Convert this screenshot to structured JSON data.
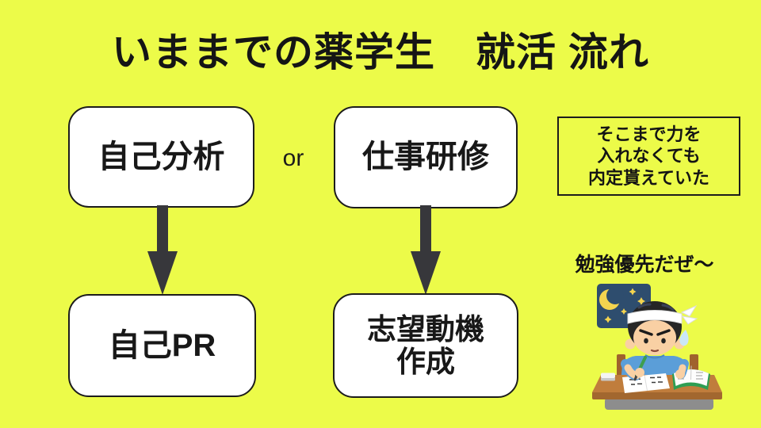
{
  "slide": {
    "title": "いままでの薬学生　就活 流れ",
    "background_color": "#ECFB49"
  },
  "flow": {
    "or_label": "or",
    "nodes": [
      {
        "id": "self-analysis",
        "label": "自己分析"
      },
      {
        "id": "job-training",
        "label": "仕事研修"
      },
      {
        "id": "self-pr",
        "label": "自己PR"
      },
      {
        "id": "motivation-writing",
        "line1": "志望動機",
        "line2": "作成"
      }
    ],
    "edges": [
      {
        "from": "self-analysis",
        "to": "self-pr"
      },
      {
        "from": "job-training",
        "to": "motivation-writing"
      }
    ]
  },
  "note_box": {
    "line1": "そこまで力を",
    "line2": "入れなくても",
    "line3": "内定貰えていた"
  },
  "caption": "勉強優先だぜ～",
  "illustration": {
    "name": "boy-studying-late-at-night",
    "elements": [
      "night-window",
      "crescent-moon",
      "stars",
      "boy-with-headband",
      "sweat-drop",
      "blue-shirt",
      "desk",
      "open-textbook",
      "notebook",
      "pencil",
      "eraser",
      "chair"
    ]
  },
  "colors": {
    "background": "#ECFB49",
    "box_fill": "#FFFFFF",
    "box_border": "#1C1C1C",
    "arrow": "#37373B",
    "text": "#111111",
    "window_blue": "#2E4D6E",
    "moon_yellow": "#F4D44F",
    "skin": "#F9D0A4",
    "shirt_blue": "#5B9ED8",
    "desk_brown": "#C07D3C",
    "book_green": "#2E9E53"
  }
}
